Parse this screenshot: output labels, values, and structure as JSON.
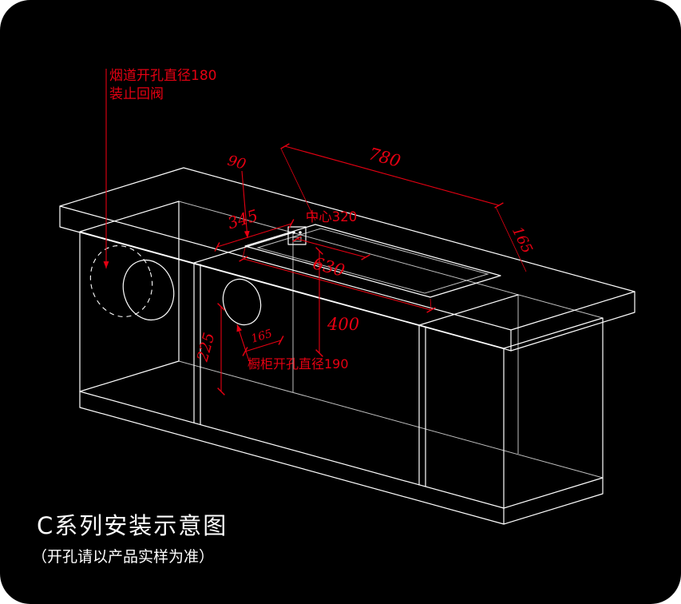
{
  "colors": {
    "background": "#000000",
    "line": "#ffffff",
    "dimension": "#e60012",
    "page_corner": "#ffffff"
  },
  "annotations": {
    "flue_note_line1": "烟道开孔直径180",
    "flue_note_line2": "装止回阀",
    "dim_90": "90",
    "dim_780": "780",
    "dim_345": "345",
    "dim_center": "中心320",
    "dim_165_right": "165",
    "dim_630": "630",
    "dim_400": "400",
    "dim_225": "225",
    "dim_165_small": "165",
    "cabinet_hole_note": "橱柜开孔直径190"
  },
  "footer": {
    "title": "C系列安装示意图",
    "subtitle": "（开孔请以产品实样为准）"
  }
}
